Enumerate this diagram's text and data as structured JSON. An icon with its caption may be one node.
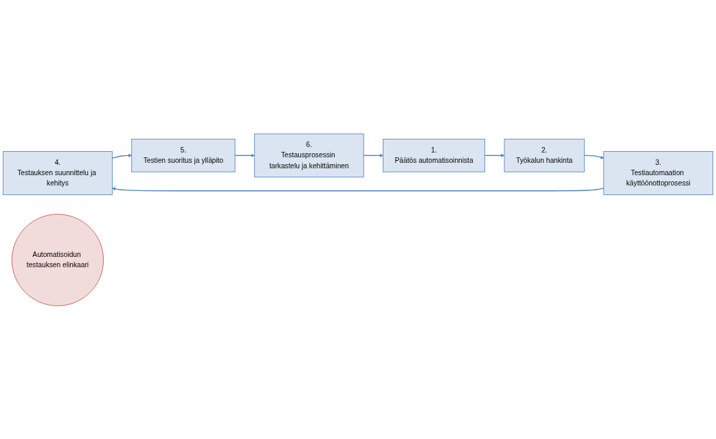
{
  "diagram": {
    "nodes": [
      {
        "text": [
          "4.",
          "Testauksen suunnittelu ja kehitys"
        ]
      },
      {
        "text": [
          "3.",
          "Testiautomaation käyttöönottoprosessi"
        ]
      },
      {
        "text": [
          "Automatisoidun testauksen elinkaari"
        ]
      },
      {
        "text": [
          "5.",
          "Testien suoritus ja ylläpito"
        ]
      },
      {
        "text": [
          "2.",
          "Työkalun hankinta"
        ]
      },
      {
        "text": [
          "6.",
          "Testausprosessin tarkastelu ja kehittäminen"
        ]
      },
      {
        "text": [
          "1.",
          "Päätös automatisoinnista"
        ]
      }
    ],
    "edges": [
      {
        "from": 6,
        "to": 4,
        "arrow": "to"
      },
      {
        "from": 4,
        "to": 1,
        "arrow": "to"
      },
      {
        "from": 1,
        "to": 0,
        "arrow": "to"
      },
      {
        "from": 0,
        "to": 3,
        "arrow": "to"
      },
      {
        "from": 3,
        "to": 5,
        "arrow": "to"
      },
      {
        "from": 5,
        "to": 6,
        "arrow": "to"
      }
    ]
  }
}
